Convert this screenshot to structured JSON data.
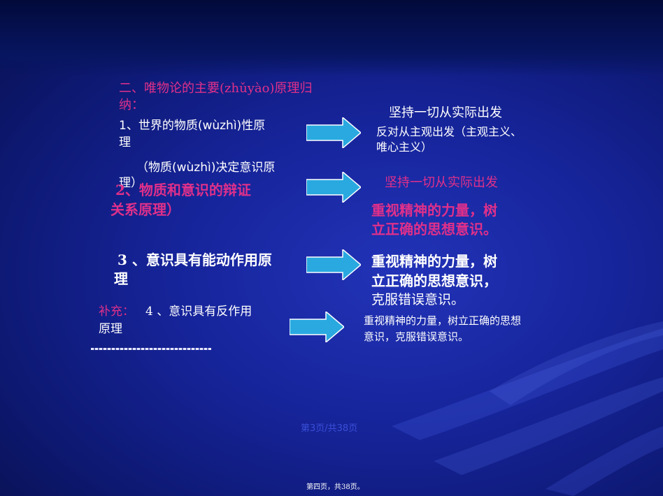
{
  "heading": {
    "line1": "二、唯物论的主要(zhǔyào)原理归",
    "line2": "纳："
  },
  "rows": [
    {
      "left_line1": "1、世界的物质(wùzhì)性原",
      "left_line2": "理",
      "right_line1": "坚持一切从实际出发",
      "right_line2": "反对从主观出发（主观主义、",
      "right_line3": "唯心主义）"
    },
    {
      "left_overlay_line1": "（物质(wùzhì)决定意识原",
      "left_overlay_line2": "理）",
      "left_line1": "2、物质和意识的辩证",
      "left_line2": "关系原理）",
      "right_line1": "坚持一切从实际出发",
      "right_line2": "重视精神的力量，树",
      "right_line3": "立正确的思想意识。"
    },
    {
      "left_line1": "3 、意识具有能动作用原",
      "left_line2": "理",
      "right_line1": "重视精神的力量，树",
      "right_line2": "立正确的思想意识，",
      "right_line3": "克服错误意识。"
    },
    {
      "left_prefix": "补充：",
      "left_line1": "4 、意识具有反作用",
      "left_line2": "原理",
      "right_line1": "重视精神的力量，树立正确的思想",
      "right_line2": "意识，克服错误意识。"
    }
  ],
  "footer": {
    "page_indicator": "第3页/共38页",
    "page_note": "第四页，共38页。"
  },
  "colors": {
    "magenta": "#e0308a",
    "arrow_cyan": "#29a9e0",
    "background": "#16249a"
  }
}
